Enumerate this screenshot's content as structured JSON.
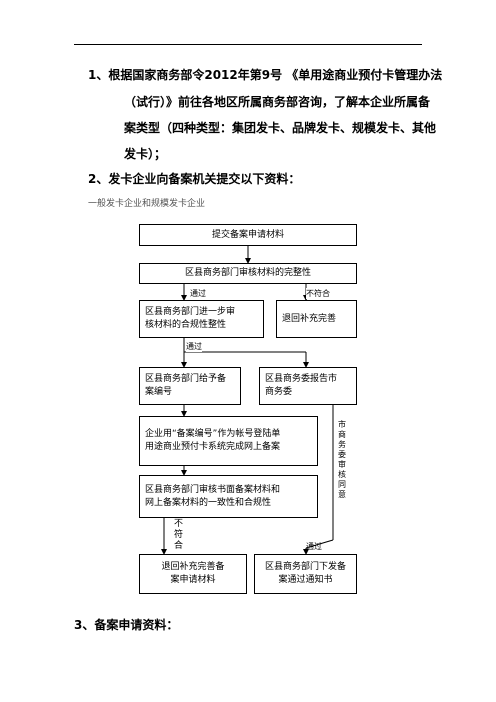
{
  "paragraphs": {
    "p1_line1": "1、根据国家商务部令2012年第9号 《单用途商业预付卡管理办法",
    "p1_line2": "（试行）》前往各地区所属商务部咨询，了解本企业所属备",
    "p1_line3": "案类型（四种类型：集团发卡、品牌发卡、规模发卡、其他",
    "p1_line4": "发卡）；",
    "p2": "2、发卡企业向备案机关提交以下资料：",
    "subtitle": "一般发卡企业和规模发卡企业",
    "p3": "3、备案申请资料："
  },
  "flowchart": {
    "box1": "提交备案申请材料",
    "box2": "区县商务部门审核材料的完整性",
    "box3_line1": "区县商务部门进一步审",
    "box3_line2": "核材料的合规性整性",
    "box4": "退回补充完善",
    "box5_line1": "区县商务部门给予备",
    "box5_line2": "案编号",
    "box6_line1": "区县商务委报告市",
    "box6_line2": "商务委",
    "box7_line1": "企业用“备案编号”作为帐号登陆单",
    "box7_line2": "用途商业预付卡系统完成网上备案",
    "box8_line1": "区县商务部门审核书面备案材料和",
    "box8_line2": "网上备案材料的一致性和合规性",
    "box9_line1": "退回补充完善备",
    "box9_line2": "案申请材料",
    "box10_line1": "区县商务部门下发备",
    "box10_line2": "案通过通知书",
    "label_pass1": "通过",
    "label_fail1": "不符合",
    "label_pass2": "通过",
    "label_pass3": "通过",
    "label_fail2": "不\n符\n合",
    "label_city": "市\n商\n务\n委\n审\n核\n同\n意"
  }
}
